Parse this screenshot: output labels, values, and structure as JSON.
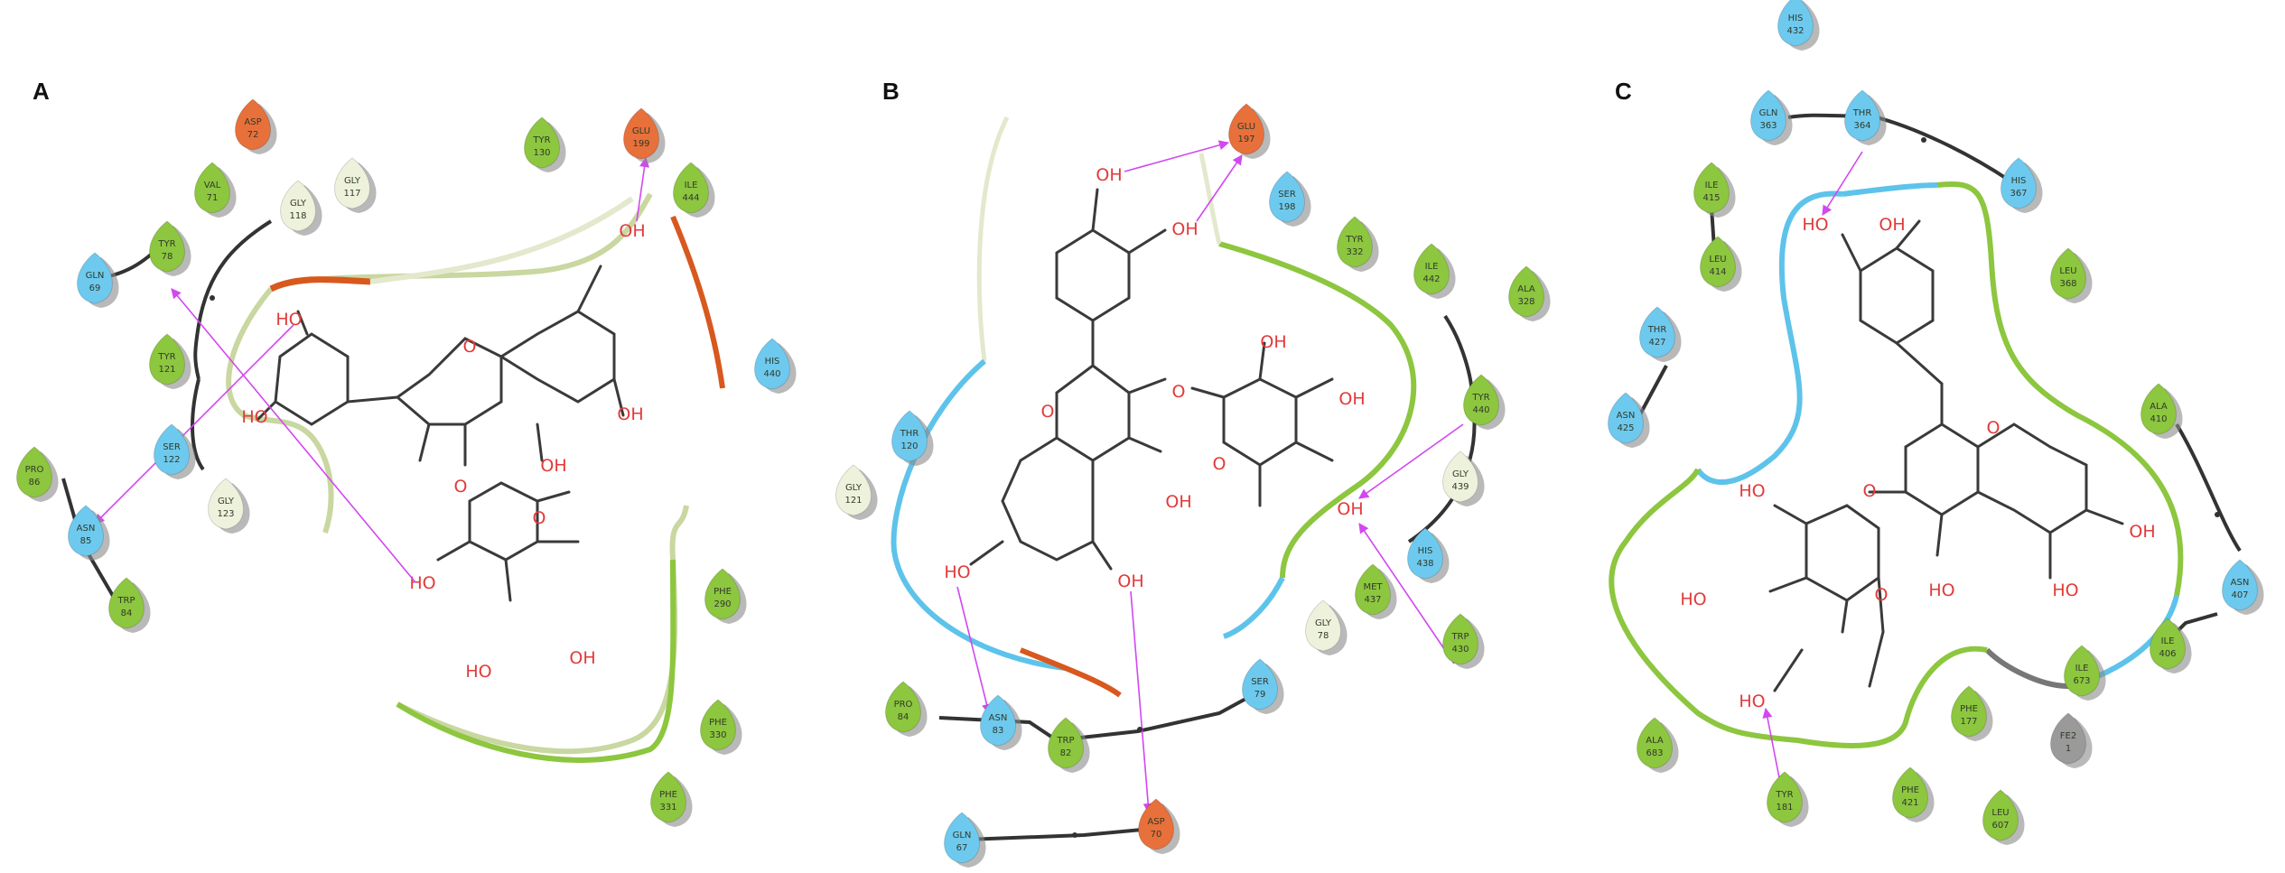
{
  "panels": [
    {
      "id": "A",
      "label": "A",
      "residues": [
        {
          "name": "ASP",
          "num": "72",
          "type": "acidic"
        },
        {
          "name": "VAL",
          "num": "71",
          "type": "hydrophobic"
        },
        {
          "name": "GLY",
          "num": "117",
          "type": "glycine"
        },
        {
          "name": "GLY",
          "num": "118",
          "type": "glycine"
        },
        {
          "name": "TYR",
          "num": "78",
          "type": "hydrophobic"
        },
        {
          "name": "GLN",
          "num": "69",
          "type": "polar"
        },
        {
          "name": "TYR",
          "num": "121",
          "type": "hydrophobic"
        },
        {
          "name": "SER",
          "num": "122",
          "type": "polar"
        },
        {
          "name": "GLY",
          "num": "123",
          "type": "glycine"
        },
        {
          "name": "PRO",
          "num": "86",
          "type": "hydrophobic"
        },
        {
          "name": "ASN",
          "num": "85",
          "type": "polar"
        },
        {
          "name": "TRP",
          "num": "84",
          "type": "hydrophobic"
        },
        {
          "name": "TYR",
          "num": "130",
          "type": "hydrophobic"
        },
        {
          "name": "GLU",
          "num": "199",
          "type": "acidic"
        },
        {
          "name": "ILE",
          "num": "444",
          "type": "hydrophobic"
        },
        {
          "name": "HIS",
          "num": "440",
          "type": "polar"
        },
        {
          "name": "PHE",
          "num": "290",
          "type": "hydrophobic"
        },
        {
          "name": "PHE",
          "num": "330",
          "type": "hydrophobic"
        },
        {
          "name": "PHE",
          "num": "331",
          "type": "hydrophobic"
        }
      ]
    },
    {
      "id": "B",
      "label": "B",
      "residues": [
        {
          "name": "GLU",
          "num": "197",
          "type": "acidic"
        },
        {
          "name": "SER",
          "num": "198",
          "type": "polar"
        },
        {
          "name": "TYR",
          "num": "332",
          "type": "hydrophobic"
        },
        {
          "name": "ILE",
          "num": "442",
          "type": "hydrophobic"
        },
        {
          "name": "ALA",
          "num": "328",
          "type": "hydrophobic"
        },
        {
          "name": "TYR",
          "num": "440",
          "type": "hydrophobic"
        },
        {
          "name": "GLY",
          "num": "439",
          "type": "glycine"
        },
        {
          "name": "HIS",
          "num": "438",
          "type": "polar"
        },
        {
          "name": "MET",
          "num": "437",
          "type": "hydrophobic"
        },
        {
          "name": "TRP",
          "num": "430",
          "type": "hydrophobic"
        },
        {
          "name": "THR",
          "num": "120",
          "type": "polar"
        },
        {
          "name": "GLY",
          "num": "121",
          "type": "glycine"
        },
        {
          "name": "PRO",
          "num": "84",
          "type": "hydrophobic"
        },
        {
          "name": "ASN",
          "num": "83",
          "type": "polar"
        },
        {
          "name": "TRP",
          "num": "82",
          "type": "hydrophobic"
        },
        {
          "name": "SER",
          "num": "79",
          "type": "polar"
        },
        {
          "name": "GLY",
          "num": "78",
          "type": "glycine"
        },
        {
          "name": "GLN",
          "num": "67",
          "type": "polar"
        },
        {
          "name": "ASP",
          "num": "70",
          "type": "acidic"
        }
      ]
    },
    {
      "id": "C",
      "label": "C",
      "residues": [
        {
          "name": "HIS",
          "num": "432",
          "type": "polar"
        },
        {
          "name": "GLN",
          "num": "363",
          "type": "polar"
        },
        {
          "name": "THR",
          "num": "364",
          "type": "polar"
        },
        {
          "name": "ILE",
          "num": "415",
          "type": "hydrophobic"
        },
        {
          "name": "LEU",
          "num": "414",
          "type": "hydrophobic"
        },
        {
          "name": "HIS",
          "num": "367",
          "type": "polar"
        },
        {
          "name": "LEU",
          "num": "368",
          "type": "hydrophobic"
        },
        {
          "name": "THR",
          "num": "427",
          "type": "polar"
        },
        {
          "name": "ASN",
          "num": "425",
          "type": "polar"
        },
        {
          "name": "ALA",
          "num": "410",
          "type": "hydrophobic"
        },
        {
          "name": "ASN",
          "num": "407",
          "type": "polar"
        },
        {
          "name": "ILE",
          "num": "406",
          "type": "hydrophobic"
        },
        {
          "name": "ILE",
          "num": "673",
          "type": "hydrophobic"
        },
        {
          "name": "PHE",
          "num": "177",
          "type": "hydrophobic"
        },
        {
          "name": "FE2",
          "num": "1",
          "type": "metal"
        },
        {
          "name": "ALA",
          "num": "683",
          "type": "hydrophobic"
        },
        {
          "name": "TYR",
          "num": "181",
          "type": "hydrophobic"
        },
        {
          "name": "PHE",
          "num": "421",
          "type": "hydrophobic"
        },
        {
          "name": "LEU",
          "num": "607",
          "type": "hydrophobic"
        }
      ]
    }
  ],
  "ligand_label": "OH",
  "ring_oxygen_label": "O",
  "hydroxyl_label_left": "HO",
  "colors": {
    "hydrophobic": "#8dc63f",
    "polar": "#6ec9ee",
    "acidic": "#e8703a",
    "glycine": "#eef2dc",
    "metal": "#9a9a9a",
    "hbond": "#d247f0",
    "ligand_atom": "#e23a3a",
    "pocket_green": "#8dc63f",
    "pocket_blue": "#5ec3ea",
    "pocket_orange": "#d8581e"
  }
}
